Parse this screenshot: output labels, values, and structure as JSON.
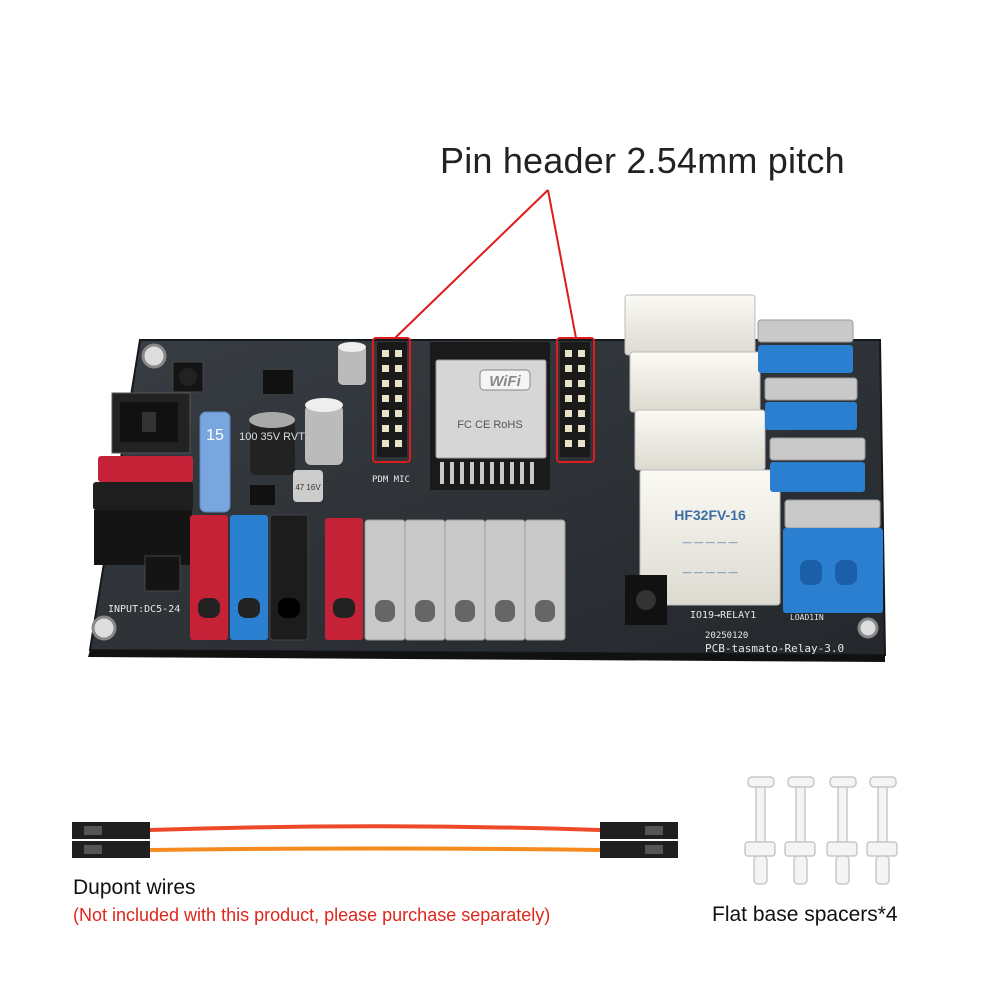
{
  "annotation": {
    "title": "Pin header 2.54mm pitch",
    "line_color": "#e01b1b"
  },
  "board": {
    "module_label": "WiFi",
    "module_cert": "FC CE RoHS",
    "board_name": "PCB-tasmato-Relay-3.0",
    "date_code": "20250120",
    "relay_model": "HF32FV-16",
    "relay_label": "IO19→RELAY1",
    "load_label": "LOAD1IN",
    "input_label": "INPUT:DC5-24",
    "pdm_label": "PDM MIC",
    "cap_label": "100 35V RVT",
    "cap2_label": "47 16V",
    "fuse_label": "15",
    "relay_count": 4,
    "colors": {
      "pcb": "#2b2f34",
      "red_terminal": "#c62237",
      "blue_terminal": "#2a7fd1",
      "black_terminal": "#1c1c1c",
      "grey_terminal": "#c9c9c9",
      "relay_body": "#f1efe6"
    }
  },
  "accessories": {
    "dupont_title": "Dupont wires",
    "dupont_note": "(Not included with this product, please purchase separately)",
    "spacers_title": "Flat base spacers*4",
    "wire_colors": [
      "#ee5a2a",
      "#f58a1f"
    ],
    "spacer_count": 4
  }
}
